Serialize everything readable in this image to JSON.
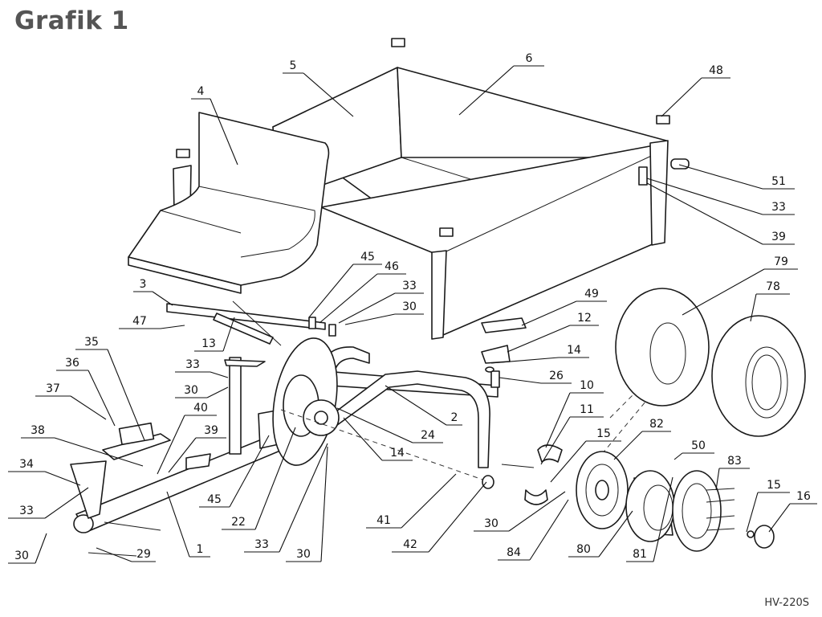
{
  "title": "Grafik 1",
  "model_code": "HV-220S",
  "callouts": [
    {
      "id": "c4",
      "label": "4"
    },
    {
      "id": "c5",
      "label": "5"
    },
    {
      "id": "c6",
      "label": "6"
    },
    {
      "id": "c48",
      "label": "48"
    },
    {
      "id": "c51",
      "label": "51"
    },
    {
      "id": "c33a",
      "label": "33"
    },
    {
      "id": "c39a",
      "label": "39"
    },
    {
      "id": "c79",
      "label": "79"
    },
    {
      "id": "c78",
      "label": "78"
    },
    {
      "id": "c3",
      "label": "3"
    },
    {
      "id": "c47",
      "label": "47"
    },
    {
      "id": "c13",
      "label": "13"
    },
    {
      "id": "c45a",
      "label": "45"
    },
    {
      "id": "c46",
      "label": "46"
    },
    {
      "id": "c33b",
      "label": "33"
    },
    {
      "id": "c30a",
      "label": "30"
    },
    {
      "id": "c49",
      "label": "49"
    },
    {
      "id": "c12",
      "label": "12"
    },
    {
      "id": "c14a",
      "label": "14"
    },
    {
      "id": "c26",
      "label": "26"
    },
    {
      "id": "c35",
      "label": "35"
    },
    {
      "id": "c36",
      "label": "36"
    },
    {
      "id": "c37",
      "label": "37"
    },
    {
      "id": "c33c",
      "label": "33"
    },
    {
      "id": "c30b",
      "label": "30"
    },
    {
      "id": "c40",
      "label": "40"
    },
    {
      "id": "c39b",
      "label": "39"
    },
    {
      "id": "c38",
      "label": "38"
    },
    {
      "id": "c24",
      "label": "24"
    },
    {
      "id": "c2",
      "label": "2"
    },
    {
      "id": "c14b",
      "label": "14"
    },
    {
      "id": "c10",
      "label": "10"
    },
    {
      "id": "c11",
      "label": "11"
    },
    {
      "id": "c15a",
      "label": "15"
    },
    {
      "id": "c82",
      "label": "82"
    },
    {
      "id": "c50",
      "label": "50"
    },
    {
      "id": "c83",
      "label": "83"
    },
    {
      "id": "c15b",
      "label": "15"
    },
    {
      "id": "c16",
      "label": "16"
    },
    {
      "id": "c34",
      "label": "34"
    },
    {
      "id": "c33d",
      "label": "33"
    },
    {
      "id": "c45b",
      "label": "45"
    },
    {
      "id": "c22",
      "label": "22"
    },
    {
      "id": "c33e",
      "label": "33"
    },
    {
      "id": "c30c",
      "label": "30"
    },
    {
      "id": "c41",
      "label": "41"
    },
    {
      "id": "c42",
      "label": "42"
    },
    {
      "id": "c30d",
      "label": "30"
    },
    {
      "id": "c84",
      "label": "84"
    },
    {
      "id": "c80",
      "label": "80"
    },
    {
      "id": "c81",
      "label": "81"
    },
    {
      "id": "c30e",
      "label": "30"
    },
    {
      "id": "c29",
      "label": "29"
    },
    {
      "id": "c1",
      "label": "1"
    }
  ]
}
